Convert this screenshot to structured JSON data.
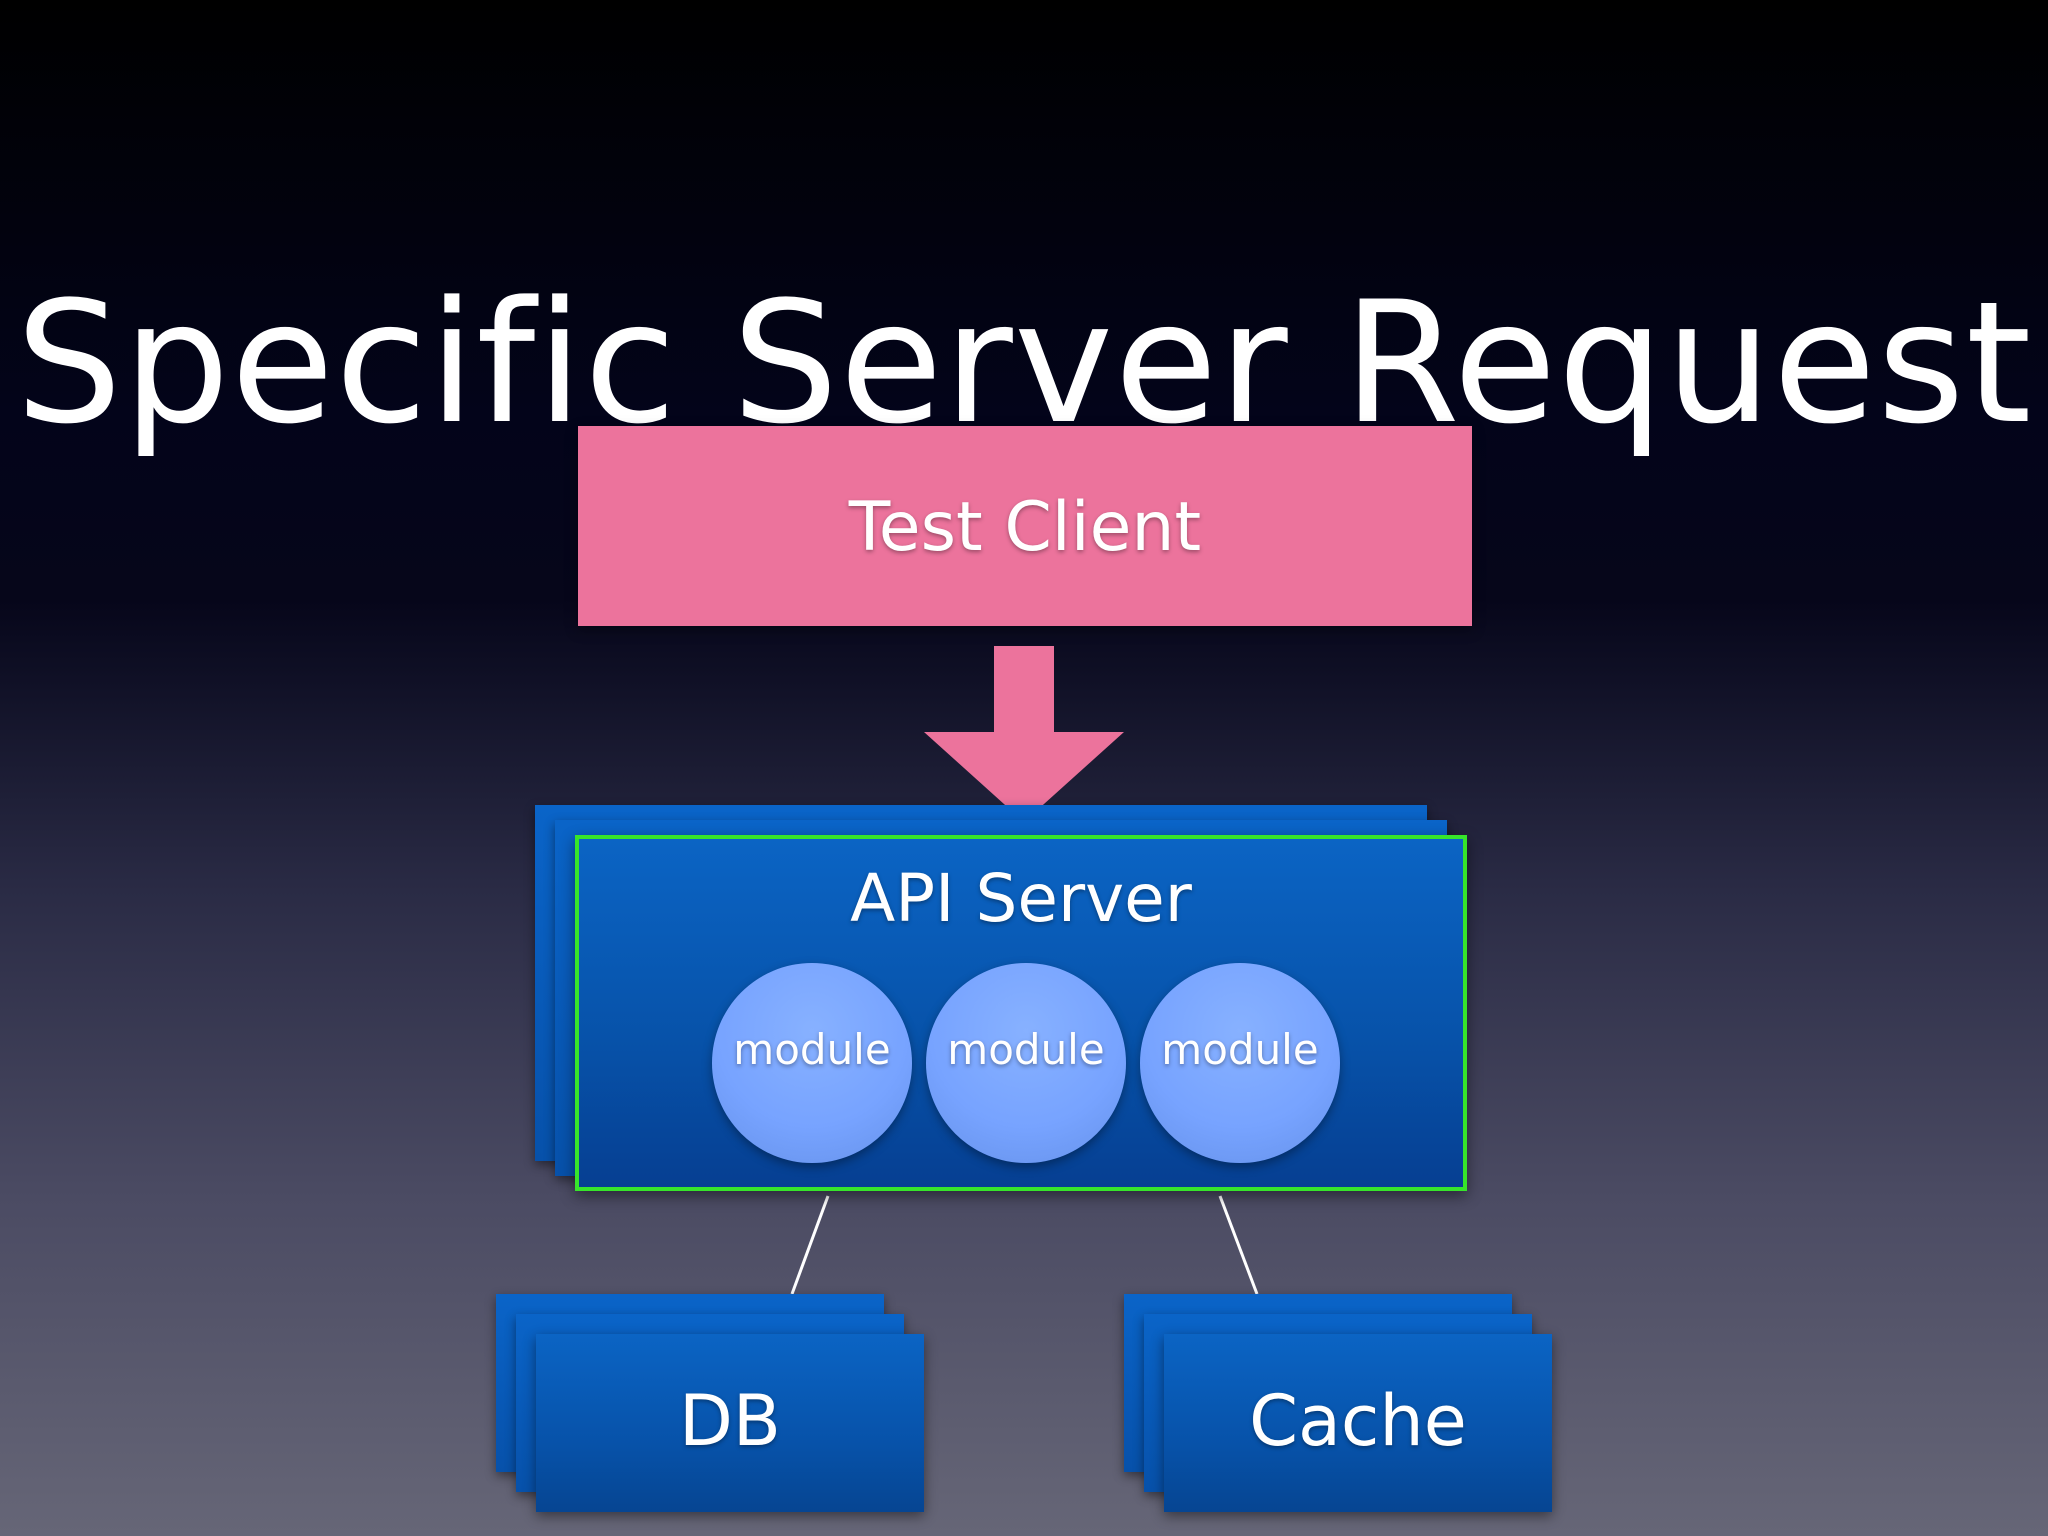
{
  "slide": {
    "title": "Specific Server Request"
  },
  "diagram": {
    "test_client_label": "Test Client",
    "api_server_label": "API Server",
    "modules": [
      {
        "label": "module"
      },
      {
        "label": "module"
      },
      {
        "label": "module"
      }
    ],
    "db_label": "DB",
    "cache_label": "Cache"
  },
  "colors": {
    "test_client": "#ec739c",
    "server_blue": "#0751aa",
    "module_blue": "#77a3ff",
    "highlight_border": "#37e52b"
  }
}
